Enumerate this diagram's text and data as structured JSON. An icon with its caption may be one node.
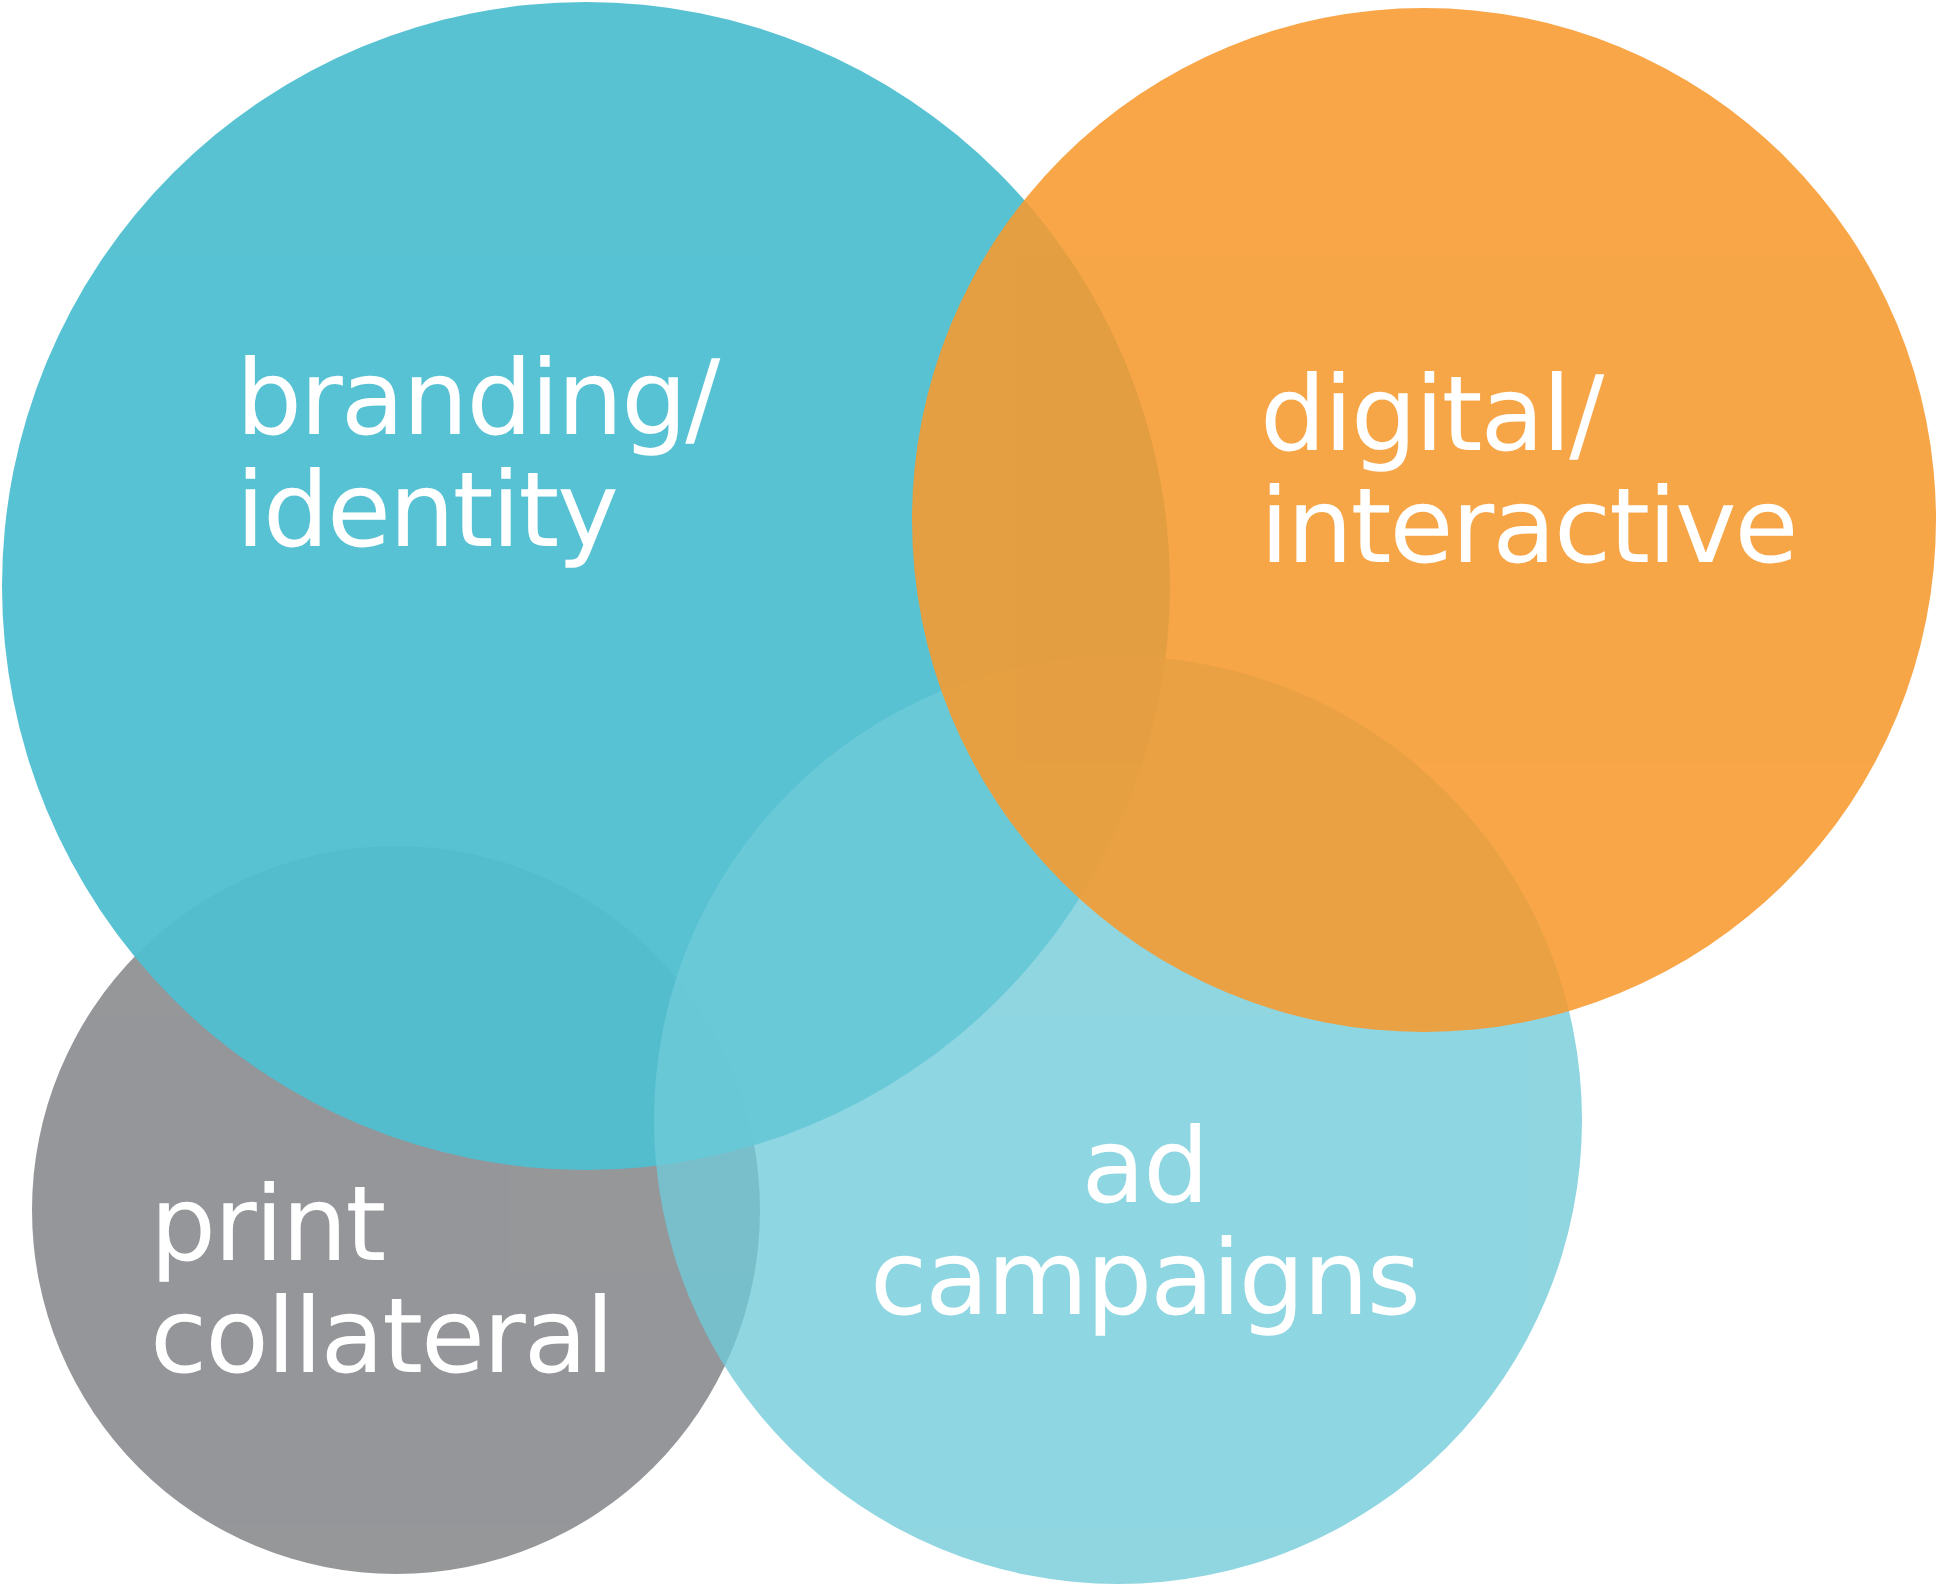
{
  "diagram": {
    "nodes": [
      {
        "text": [
          "branding/ identity"
        ]
      },
      {
        "text": [
          "digital/ interactive"
        ]
      },
      {
        "text": [
          "print collateral"
        ]
      },
      {
        "text": [
          "ad campaigns"
        ]
      }
    ]
  }
}
